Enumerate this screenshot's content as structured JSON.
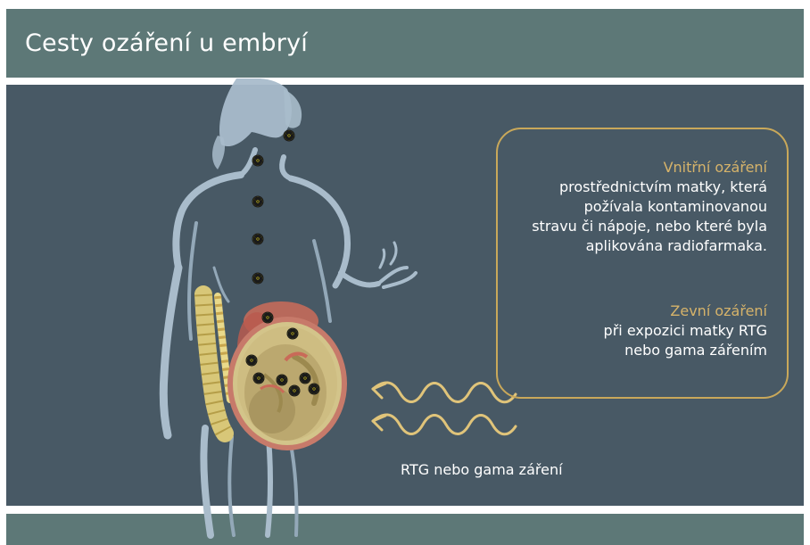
{
  "title": "Cesty ozáření u embryí",
  "internal": {
    "heading": "Vnitřní ozáření",
    "lines": [
      "prostřednictvím matky, která",
      "požívala kontaminovanou",
      "stravu či nápoje, nebo které byla",
      "aplikována radiofarmaka."
    ]
  },
  "external": {
    "heading": "Zevní ozáření",
    "lines": [
      "při expozici matky RTG",
      "nebo gama zářením"
    ]
  },
  "radiation_label": "RTG nebo gama záření",
  "colors": {
    "header": "#5d7877",
    "panel": "#485965",
    "accent": "#c9a85a",
    "heading_text": "#d6b36a",
    "body_text": "#ffffff"
  },
  "icons": {
    "radiation_marker": "radiation-trefoil-icon",
    "wave": "wavy-arrow-icon"
  }
}
